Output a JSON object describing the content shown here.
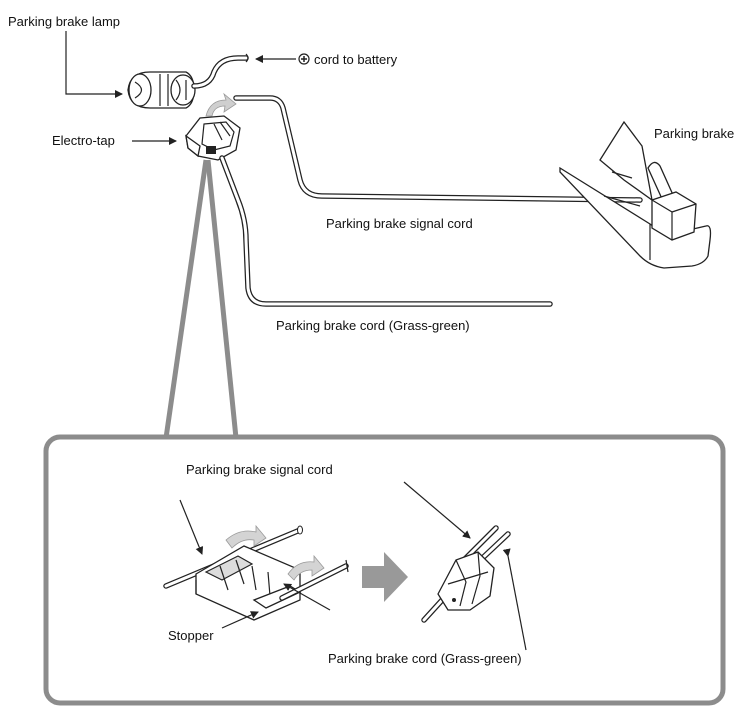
{
  "labels": {
    "parking_brake_lamp": "Parking brake lamp",
    "cord_to_battery": "cord to battery",
    "electro_tap": "Electro-tap",
    "parking_brake": "Parking brake",
    "parking_brake_signal_cord": "Parking brake signal cord",
    "parking_brake_cord": "Parking brake cord (Grass-green)",
    "inset_signal_cord": "Parking brake signal cord",
    "stopper": "Stopper",
    "inset_cord": "Parking brake cord (Grass-green)"
  },
  "icons": {
    "battery_symbol": "plus-in-circle-icon"
  },
  "colors": {
    "line": "#222222",
    "inset_border": "#8c8c8c",
    "arrow_fill": "#999999",
    "bend_arrow": "#cfcfcf"
  }
}
